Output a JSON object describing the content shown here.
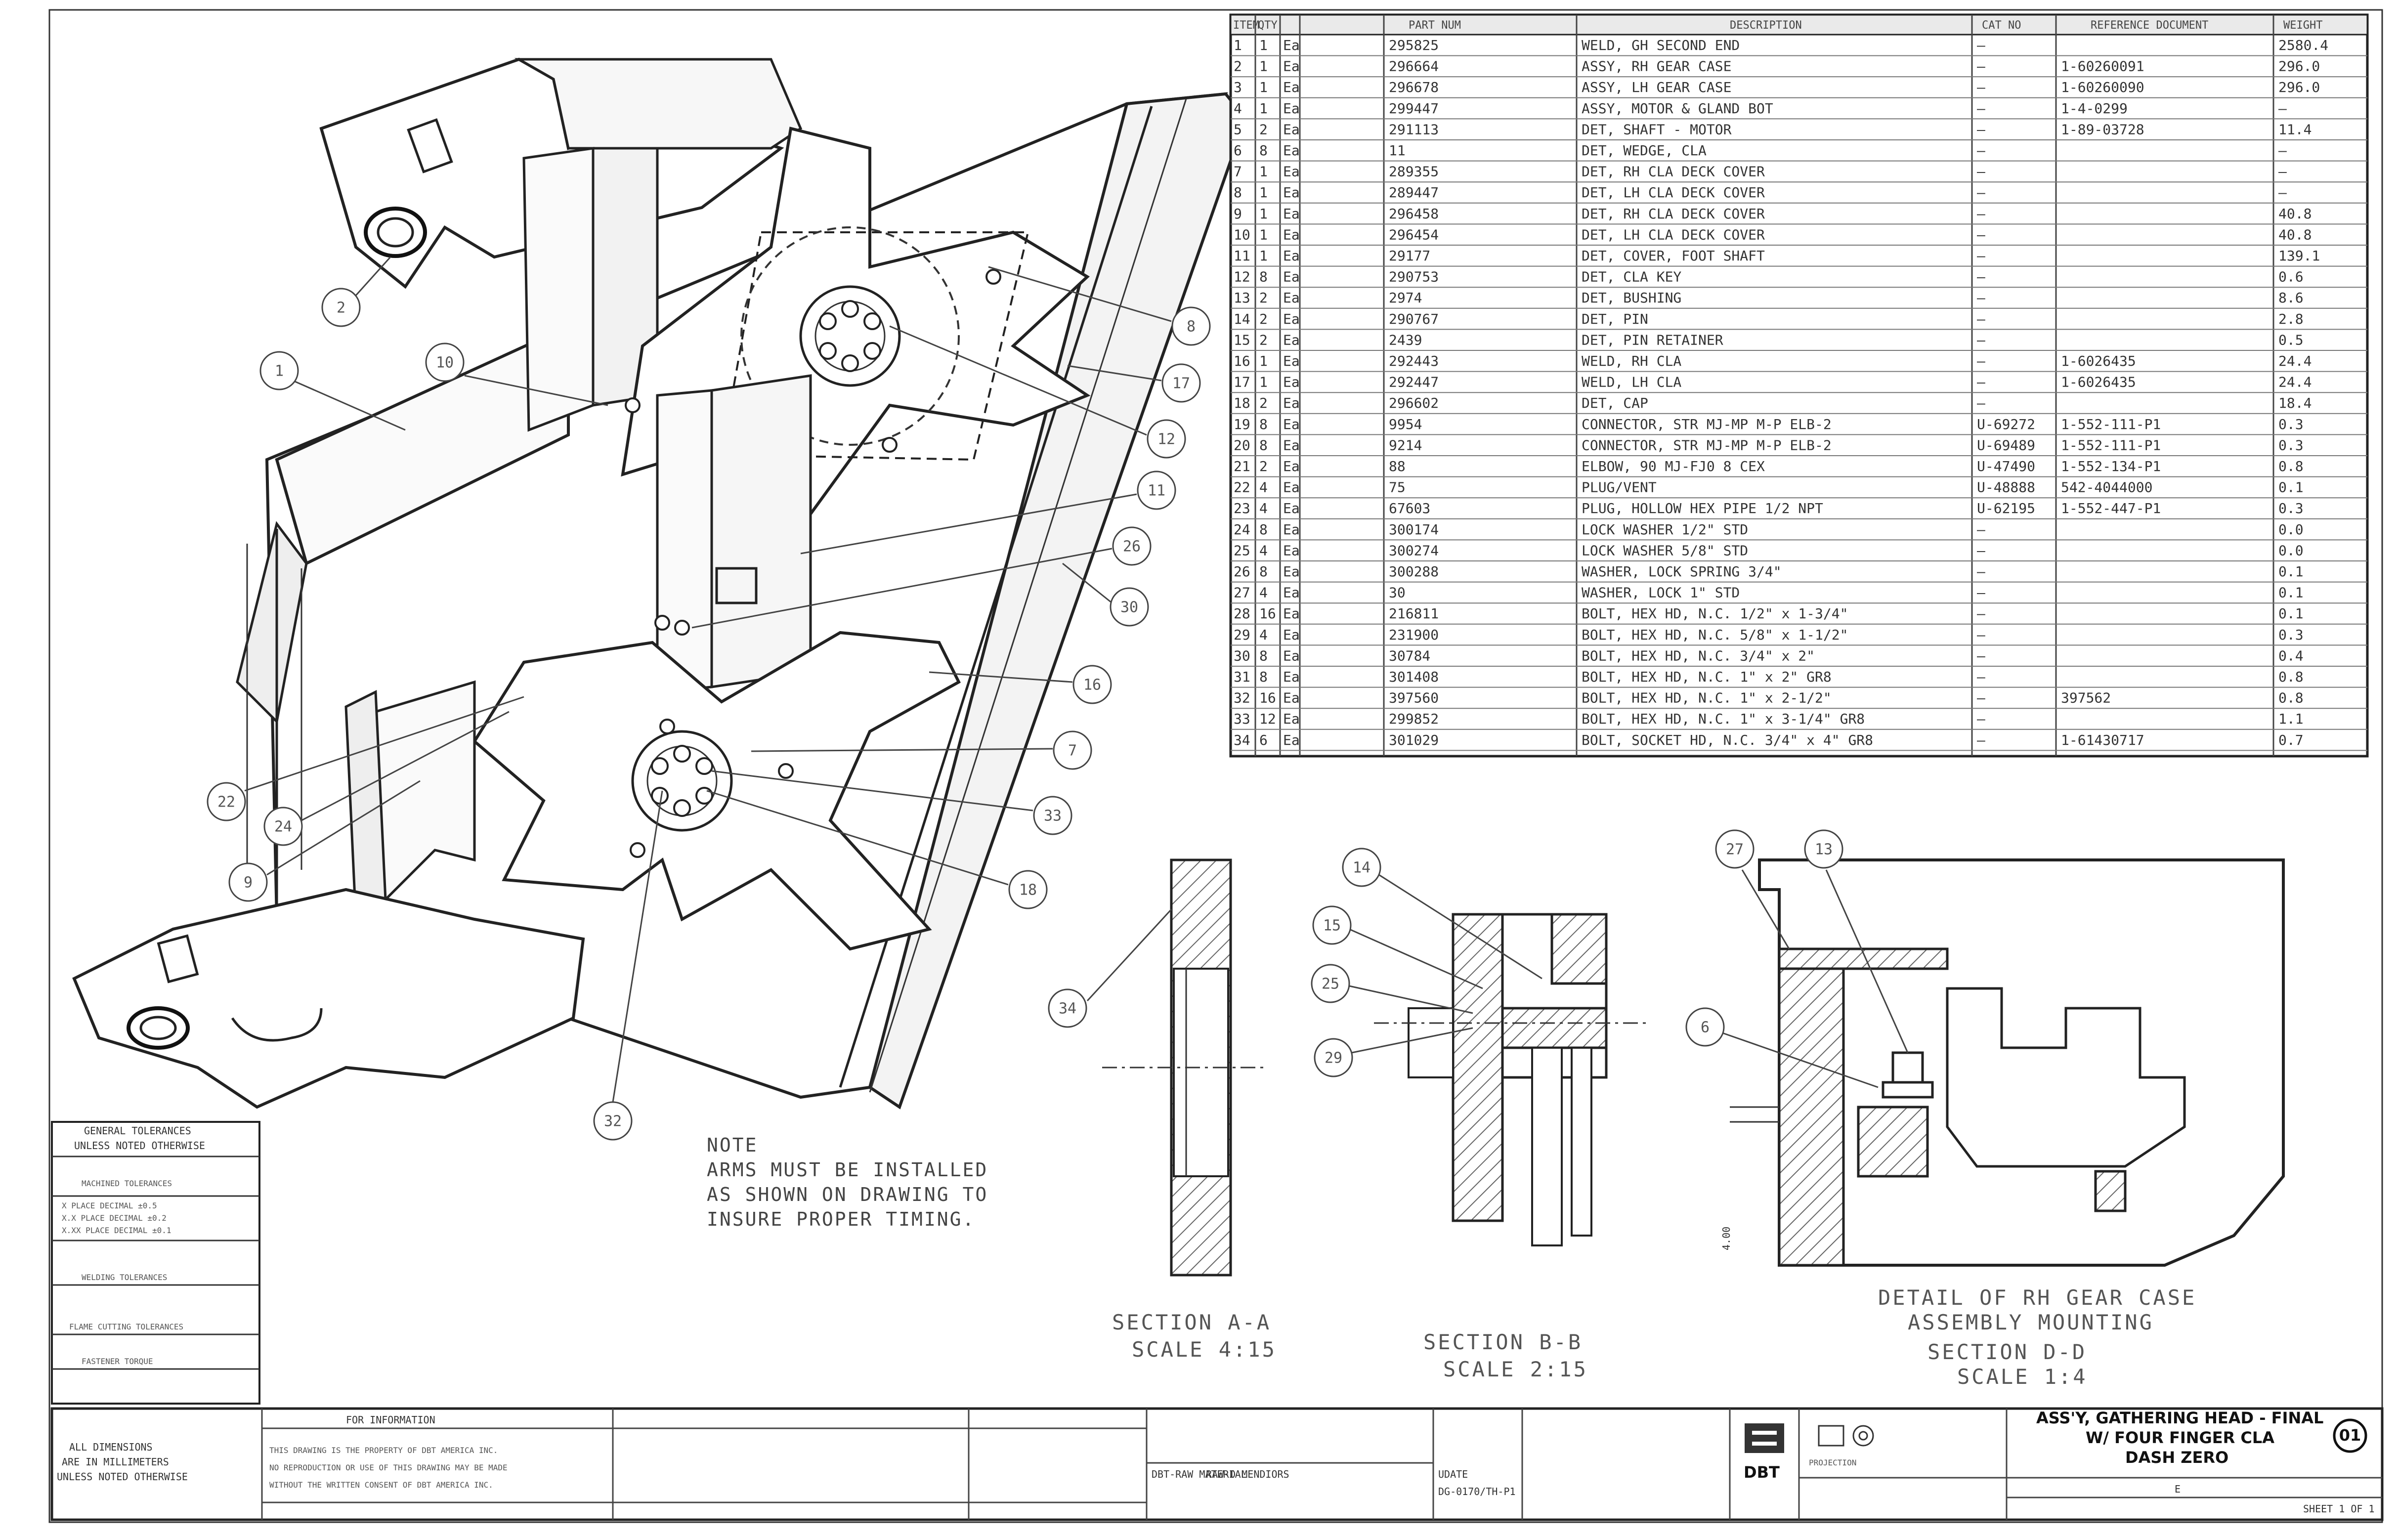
{
  "bom": {
    "headers": [
      "ITEM",
      "QTY",
      "PART NUM",
      "DESCRIPTION",
      "CAT NO",
      "REFERENCE DOCUMENT",
      "WEIGHT"
    ],
    "rows": [
      [
        "1",
        "1",
        "Ea",
        "295825",
        "WELD, GH SECOND END",
        "—",
        "",
        "2580.4"
      ],
      [
        "2",
        "1",
        "Ea",
        "296664",
        "ASSY, RH GEAR CASE",
        "—",
        "1-60260091",
        "296.0"
      ],
      [
        "3",
        "1",
        "Ea",
        "296678",
        "ASSY, LH GEAR CASE",
        "—",
        "1-60260090",
        "296.0"
      ],
      [
        "4",
        "1",
        "Ea",
        "299447",
        "ASSY, MOTOR & GLAND BOT",
        "—",
        "1-4-0299",
        "—"
      ],
      [
        "5",
        "2",
        "Ea",
        "291113",
        "DET, SHAFT - MOTOR",
        "—",
        "1-89-03728",
        "11.4"
      ],
      [
        "6",
        "8",
        "Ea",
        "11",
        "DET, WEDGE, CLA",
        "—",
        "",
        "—"
      ],
      [
        "7",
        "1",
        "Ea",
        "289355",
        "DET, RH CLA DECK COVER",
        "—",
        "",
        "—"
      ],
      [
        "8",
        "1",
        "Ea",
        "289447",
        "DET, LH CLA DECK COVER",
        "—",
        "",
        "—"
      ],
      [
        "9",
        "1",
        "Ea",
        "296458",
        "DET, RH CLA DECK COVER",
        "—",
        "",
        "40.8"
      ],
      [
        "10",
        "1",
        "Ea",
        "296454",
        "DET, LH CLA DECK COVER",
        "—",
        "",
        "40.8"
      ],
      [
        "11",
        "1",
        "Ea",
        "29177",
        "DET, COVER, FOOT SHAFT",
        "—",
        "",
        "139.1"
      ],
      [
        "12",
        "8",
        "Ea",
        "290753",
        "DET, CLA KEY",
        "—",
        "",
        "0.6"
      ],
      [
        "13",
        "2",
        "Ea",
        "2974",
        "DET, BUSHING",
        "—",
        "",
        "8.6"
      ],
      [
        "14",
        "2",
        "Ea",
        "290767",
        "DET, PIN",
        "—",
        "",
        "2.8"
      ],
      [
        "15",
        "2",
        "Ea",
        "2439",
        "DET, PIN RETAINER",
        "—",
        "",
        "0.5"
      ],
      [
        "16",
        "1",
        "Ea",
        "292443",
        "WELD, RH CLA",
        "—",
        "1-6026435",
        "24.4"
      ],
      [
        "17",
        "1",
        "Ea",
        "292447",
        "WELD, LH CLA",
        "—",
        "1-6026435",
        "24.4"
      ],
      [
        "18",
        "2",
        "Ea",
        "296602",
        "DET, CAP",
        "—",
        "",
        "18.4"
      ],
      [
        "19",
        "8",
        "Ea",
        "9954",
        "CONNECTOR, STR MJ-MP  M-P ELB-2",
        "U-69272",
        "1-552-111-P1",
        "0.3"
      ],
      [
        "20",
        "8",
        "Ea",
        "9214",
        "CONNECTOR, STR MJ-MP  M-P ELB-2",
        "U-69489",
        "1-552-111-P1",
        "0.3"
      ],
      [
        "21",
        "2",
        "Ea",
        "88",
        "ELBOW, 90 MJ-FJ0  8 CEX",
        "U-47490",
        "1-552-134-P1",
        "0.8"
      ],
      [
        "22",
        "4",
        "Ea",
        "75",
        "PLUG/VENT",
        "U-48888",
        "542-4044000",
        "0.1"
      ],
      [
        "23",
        "4",
        "Ea",
        "67603",
        "PLUG, HOLLOW HEX PIPE  1/2 NPT",
        "U-62195",
        "1-552-447-P1",
        "0.3"
      ],
      [
        "24",
        "8",
        "Ea",
        "300174",
        "LOCK WASHER 1/2\" STD",
        "—",
        "",
        "0.0"
      ],
      [
        "25",
        "4",
        "Ea",
        "300274",
        "LOCK WASHER 5/8\" STD",
        "—",
        "",
        "0.0"
      ],
      [
        "26",
        "8",
        "Ea",
        "300288",
        "WASHER, LOCK SPRING 3/4\"",
        "—",
        "",
        "0.1"
      ],
      [
        "27",
        "4",
        "Ea",
        "30",
        "WASHER, LOCK 1\" STD",
        "—",
        "",
        "0.1"
      ],
      [
        "28",
        "16",
        "Ea",
        "216811",
        "BOLT, HEX HD, N.C. 1/2\" x 1-3/4\"",
        "—",
        "",
        "0.1"
      ],
      [
        "29",
        "4",
        "Ea",
        "231900",
        "BOLT, HEX HD, N.C. 5/8\" x 1-1/2\"",
        "—",
        "",
        "0.3"
      ],
      [
        "30",
        "8",
        "Ea",
        "30784",
        "BOLT, HEX HD, N.C. 3/4\" x 2\"",
        "—",
        "",
        "0.4"
      ],
      [
        "31",
        "8",
        "Ea",
        "301408",
        "BOLT, HEX HD, N.C. 1\" x 2\" GR8",
        "—",
        "",
        "0.8"
      ],
      [
        "32",
        "16",
        "Ea",
        "397560",
        "BOLT, HEX HD, N.C. 1\" x 2-1/2\"",
        "—",
        "397562",
        "0.8"
      ],
      [
        "33",
        "12",
        "Ea",
        "299852",
        "BOLT, HEX HD, N.C. 1\" x 3-1/4\" GR8",
        "—",
        "",
        "1.1"
      ],
      [
        "34",
        "6",
        "Ea",
        "301029",
        "BOLT, SOCKET HD, N.C. 3/4\" x 4\" GR8",
        "—",
        "1-61430717",
        "0.7"
      ]
    ]
  },
  "balloons": {
    "b1": "1",
    "b2": "2",
    "b3": "8",
    "b4": "17",
    "b5": "10",
    "b6": "12",
    "b7": "11",
    "b8": "26",
    "b9": "30",
    "b10": "16",
    "b11": "7",
    "b12": "22",
    "b13": "24",
    "b14": "9",
    "b15": "33",
    "b16": "18",
    "b17": "32",
    "b18": "34",
    "b19": "14",
    "b20": "15",
    "b21": "25",
    "b22": "29",
    "b23": "27",
    "b24": "13",
    "b25": "6"
  },
  "note": {
    "line1": "NOTE",
    "line2": "ARMS MUST BE INSTALLED",
    "line3": "AS SHOWN ON DRAWING TO",
    "line4": "INSURE PROPER TIMING."
  },
  "sections": {
    "aa_title": "SECTION  A-A",
    "aa_scale": "SCALE  4:15",
    "bb_title": "SECTION  B-B",
    "bb_scale": "SCALE  2:15",
    "dd_detail1": "DETAIL OF RH GEAR CASE",
    "dd_detail2": "ASSEMBLY MOUNTING",
    "dd_title": "SECTION  D-D",
    "dd_scale": "SCALE  1:4",
    "dim_text": "4.00"
  },
  "tolerances": {
    "title": "GENERAL TOLERANCES",
    "sub": "UNLESS NOTED OTHERWISE",
    "machined": "MACHINED TOLERANCES",
    "rows": [
      "X PLACE DECIMAL  ±0.5",
      "X.X PLACE DECIMAL  ±0.2",
      "X.XX PLACE DECIMAL  ±0.1"
    ],
    "weld": "WELDING TOLERANCES",
    "flame": "FLAME CUTTING TOLERANCES",
    "fastener": "FASTENER TORQUE"
  },
  "titleblock": {
    "dims_note1": "ALL DIMENSIONS",
    "dims_note2": "ARE IN MILLIMETERS",
    "dims_note3": "UNLESS NOTED OTHERWISE",
    "info": "FOR INFORMATION",
    "prop1": "THIS DRAWING IS THE PROPERTY OF DBT AMERICA INC.",
    "prop2": "NO REPRODUCTION OR USE OF THIS DRAWING MAY BE MADE",
    "prop3": "WITHOUT THE WRITTEN CONSENT OF DBT AMERICA INC.",
    "material_label": "DBT-RAW MATERIAL",
    "material": "RAW-D MENDIORS",
    "weight": "UDATE",
    "drawing_no": "DG-0170/TH-P1",
    "company": "DBT",
    "title1": "ASS'Y, GATHERING HEAD - FINAL",
    "title2": "W/ FOUR FINGER CLA",
    "title3": "DASH ZERO",
    "rev": "01",
    "size": "E",
    "sheet": "SHEET 1 OF 1",
    "projection": "PROJECTION"
  }
}
